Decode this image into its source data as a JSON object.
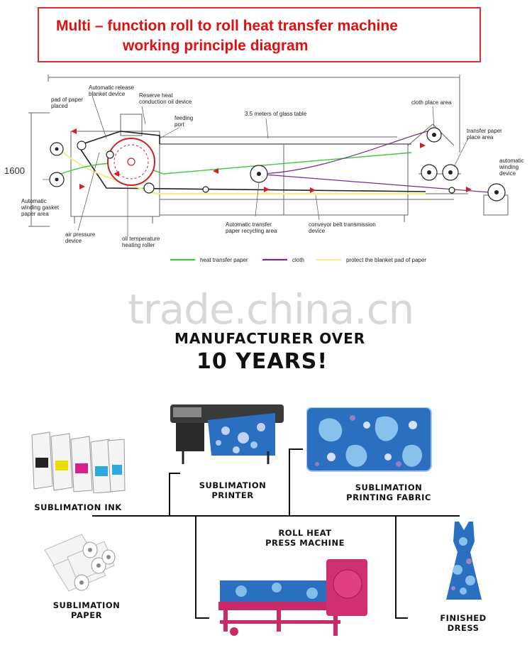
{
  "title": {
    "line1": "Multi – function roll to roll heat transfer machine",
    "line2": "working principle diagram"
  },
  "diagram": {
    "dimension_height": "1600",
    "labels": {
      "pad_of_paper": "pad of paper\nplaced",
      "auto_release": "Automatic release\nblanket device",
      "reserve_heat": "Reserve heat\nconduction oil device",
      "feeding_port": "feeding\nport",
      "glass_table": "3.5 meters of glass table",
      "cloth_place": "cloth place area",
      "transfer_paper_place": "transfer paper\nplace area",
      "auto_winding": "automatic\nwinding\ndevice",
      "auto_winding_gasket": "Automatic\nwinding gasket\npaper area",
      "air_pressure": "air pressure\ndevice",
      "oil_temperature": "oil temperature\nheating roller",
      "paper_recycling": "Automatic transfer\npaper recycling area",
      "conveyor_belt": "conveyor belt transmission\ndevice"
    },
    "legend": [
      {
        "label": "heat transfer paper",
        "color": "#3cc83c"
      },
      {
        "label": "cloth",
        "color": "#7a2a8a"
      },
      {
        "label": "protect the blanket pad of paper",
        "color": "#f0ee90"
      }
    ]
  },
  "watermark": "trade.china.cn",
  "headline": {
    "line1": "MANUFACTURER OVER",
    "line2": "10 YEARS!"
  },
  "products": {
    "ink": "SUBLIMATION INK",
    "printer": "SUBLIMATION\nPRINTER",
    "fabric": "SUBLIMATION\nPRINTING FABRIC",
    "paper": "SUBLIMATION\nPAPER",
    "press": "ROLL HEAT\nPRESS MACHINE",
    "dress": "FINISHED\nDRESS"
  },
  "colors": {
    "title_red": "#e01010",
    "machine_red": "#d02020",
    "paisley_blue": "#2a6fc0"
  }
}
